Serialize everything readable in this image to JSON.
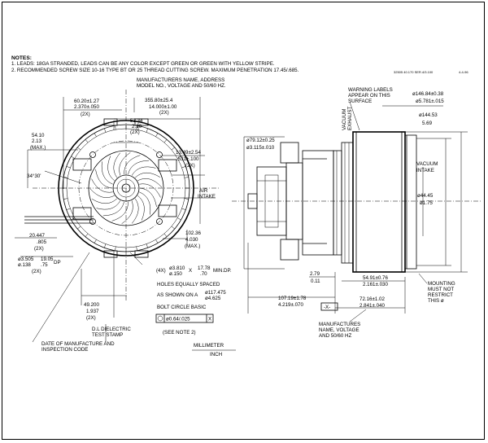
{
  "notes": {
    "title": "NOTES:",
    "line1": "1. LEADS: 18GA STRANDED, LEADS CAN BE ANY COLOR EXCEPT GREEN OR GREEN WITH YELLOW STRIPE.",
    "line2": "2. RECOMMENDED SCREW SIZE 10-16 TYPE BT OR 25 THREAD CUTTING SCREW. MAXIMUM PENETRATION 17.45/.685."
  },
  "header_small": [
    "32505 40.170 SER.4/3.100",
    "4-4-96"
  ],
  "front_view": {
    "mfr_label": [
      "MANUFACTURERS NAME, ADDRESS",
      "MODEL NO., VOLTAGE AND 50/60 HZ."
    ],
    "dim_355": [
      "355.80±25.4",
      "14.000±1.00",
      "(2X)"
    ],
    "dim_60": [
      "60.20±1.27",
      "2.370±.050",
      "(2X)"
    ],
    "dim_53": [
      "53.34",
      "2.10",
      "(2X)"
    ],
    "dim_54": [
      "54.10",
      "2.13",
      "(MAX.)"
    ],
    "angle": "34°30'",
    "dim_13": [
      "13.49±2.54",
      ".531±.100",
      "(2X)"
    ],
    "air_intake": [
      "AIR",
      "INTAKE"
    ],
    "dim_20": [
      "20.447",
      ".805",
      "(2X)"
    ],
    "dim_3505": [
      "ø3.505",
      "19.05",
      "ø.138",
      ".75",
      "DP",
      "(2X)"
    ],
    "dim_102": [
      "102.36",
      "4.030",
      "(MAX.)"
    ],
    "holes_4x": [
      "(4X)",
      "ø3.810",
      "ø.150",
      "X",
      "17.78",
      ".70",
      "MIN.DP."
    ],
    "holes_spaced": [
      "HOLES EQUALLY SPACED",
      "AS SHOWN ON A",
      "ø117.475",
      "ø4.625",
      "BOLT CIRCLE BASIC"
    ],
    "fcf": [
      "ø0.64/.025",
      "X"
    ],
    "see_note": "(SEE NOTE 2)",
    "dim_49": [
      "49.200",
      "1.937",
      "(2X)"
    ],
    "dielectric": [
      "D.L DIELECTRIC",
      "TEST STAMP"
    ],
    "date_label": [
      "DATE OF MANUFACTURE AND",
      "INSPECTION CODE"
    ],
    "units": [
      "MILLIMETER",
      "INCH"
    ]
  },
  "side_view": {
    "warning": [
      "WARNING LABELS",
      "APPEAR ON THIS",
      "SURFACE"
    ],
    "vacuum_exhaust": [
      "VACUUM",
      "EXHAUST"
    ],
    "dim_146": [
      "ø146.84±0.38",
      "ø5.781±.015"
    ],
    "dim_144": [
      "ø144.53",
      "5.69"
    ],
    "vacuum_intake": [
      "VACUUM",
      "INTAKE"
    ],
    "dim_79": [
      "ø79.12±0.25",
      "ø3.115±.010"
    ],
    "dim_44": [
      "ø44.45",
      "ø1.75"
    ],
    "dim_279": [
      "2.79",
      "0.11"
    ],
    "dim_5491": [
      "54.91±0.76",
      "2.161±.030"
    ],
    "mounting": [
      "MOUNTING",
      "MUST NOT",
      "RESTRICT",
      "THIS ø"
    ],
    "dim_107": [
      "107.19±1.78",
      "4.219±.070"
    ],
    "datum_x": "-X-",
    "dim_72": [
      "72.16±1.02",
      "2.841±.040"
    ],
    "mfr_label": [
      "MANUFACTURES",
      "NAME, VOLTAGE",
      "AND 50/60 HZ"
    ]
  }
}
